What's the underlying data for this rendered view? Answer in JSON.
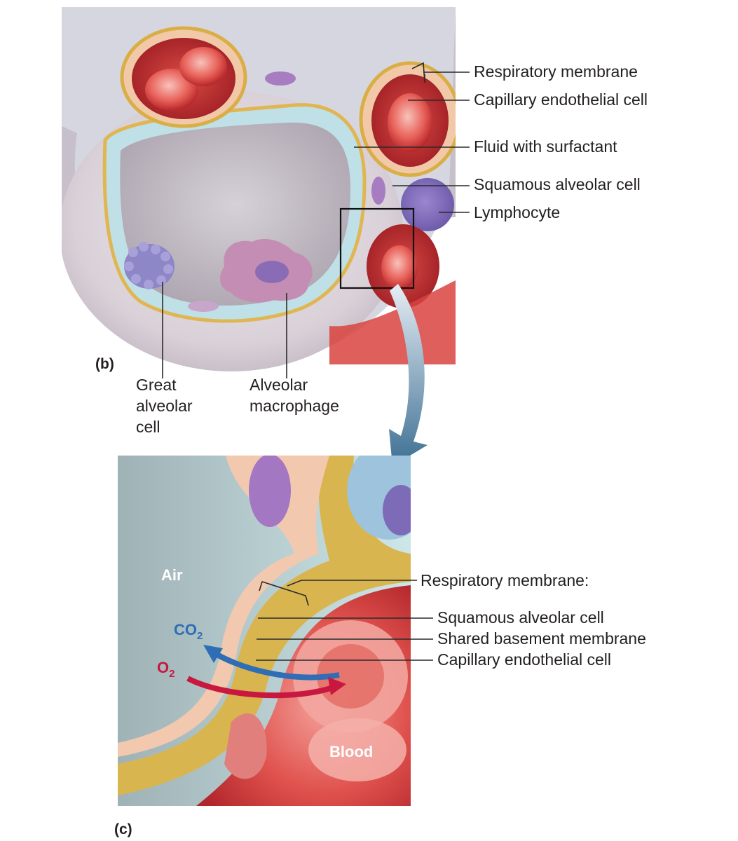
{
  "panel_b": {
    "panel_label": "(b)",
    "labels": {
      "respiratory_membrane": "Respiratory membrane",
      "capillary_endothelial_cell": "Capillary endothelial cell",
      "fluid_with_surfactant": "Fluid with surfactant",
      "squamous_alveolar_cell": "Squamous alveolar cell",
      "lymphocyte": "Lymphocyte",
      "great_alveolar_cell": [
        "Great",
        "alveolar",
        "cell"
      ],
      "alveolar_macrophage": [
        "Alveolar",
        "macrophage"
      ]
    }
  },
  "panel_c": {
    "panel_label": "(c)",
    "labels": {
      "respiratory_membrane": "Respiratory membrane:",
      "squamous_alveolar_cell": "Squamous alveolar cell",
      "shared_basement_membrane": "Shared basement membrane",
      "capillary_endothelial_cell": "Capillary endothelial cell",
      "air": "Air",
      "blood": "Blood"
    },
    "gases": {
      "co2_main": "CO",
      "co2_sub": "2",
      "o2_main": "O",
      "o2_sub": "2"
    }
  },
  "colors": {
    "co2_arrow": "#2f6db5",
    "o2_arrow": "#c8183f",
    "alveolus_fluid": "#cfe6ea",
    "blood": "#d9403e",
    "basement_membrane": "#d7b24a"
  }
}
